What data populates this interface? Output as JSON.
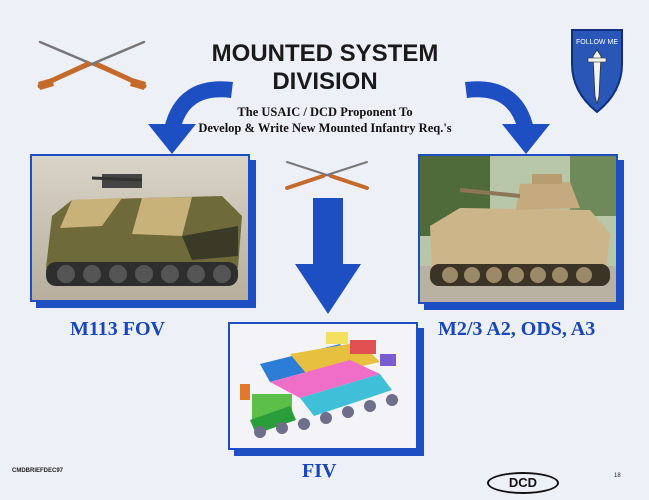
{
  "slide": {
    "title_line1": "MOUNTED SYSTEM",
    "title_line2": "DIVISION",
    "subtitle_line1": "The USAIC / DCD Proponent To",
    "subtitle_line2": "Develop & Write New Mounted Infantry Req.'s",
    "insignia_text": "FOLLOW ME"
  },
  "vehicles": {
    "left_label": "M113 FOV",
    "right_label": "M2/3 A2, ODS, A3",
    "bottom_label": "FIV"
  },
  "footer": {
    "code": "CMDBRIEFDEC97",
    "badge": "DCD",
    "page": "18"
  },
  "colors": {
    "accent_blue": "#1d4ec2",
    "label_blue": "#1646c0",
    "rifle_wood": "#c46a2a"
  }
}
